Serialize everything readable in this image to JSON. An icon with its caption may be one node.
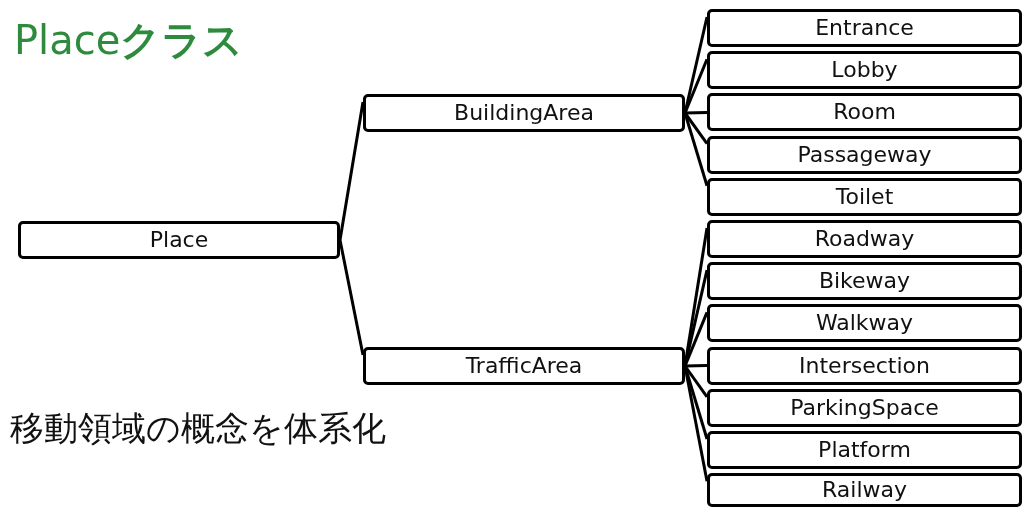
{
  "diagram": {
    "title": "Place**クラス**",
    "nodes": [
      {
        "text": [
          "Place"
        ]
      },
      {
        "text": [
          "BuildingArea"
        ]
      },
      {
        "text": [
          "TrafficArea"
        ]
      },
      {
        "text": [
          "Entrance"
        ]
      },
      {
        "text": [
          "Lobby"
        ]
      },
      {
        "text": [
          "Room"
        ]
      },
      {
        "text": [
          "Passageway"
        ]
      },
      {
        "text": [
          "Toilet"
        ]
      },
      {
        "text": [
          "Roadway"
        ]
      },
      {
        "text": [
          "Bikeway"
        ]
      },
      {
        "text": [
          "Walkway"
        ]
      },
      {
        "text": [
          "Intersection"
        ]
      },
      {
        "text": [
          "ParkingSpace"
        ]
      },
      {
        "text": [
          "Platform"
        ]
      },
      {
        "text": [
          "Railway"
        ]
      }
    ],
    "edges": [
      {
        "from": 0,
        "to": 1,
        "arrow": "none"
      },
      {
        "from": 0,
        "to": 2,
        "arrow": "none"
      },
      {
        "from": 1,
        "to": 3,
        "arrow": "none"
      },
      {
        "from": 1,
        "to": 4,
        "arrow": "none"
      },
      {
        "from": 1,
        "to": 5,
        "arrow": "none"
      },
      {
        "from": 1,
        "to": 6,
        "arrow": "none"
      },
      {
        "from": 1,
        "to": 7,
        "arrow": "none"
      },
      {
        "from": 2,
        "to": 8,
        "arrow": "none"
      },
      {
        "from": 2,
        "to": 9,
        "arrow": "none"
      },
      {
        "from": 2,
        "to": 10,
        "arrow": "none"
      },
      {
        "from": 2,
        "to": 11,
        "arrow": "none"
      },
      {
        "from": 2,
        "to": 12,
        "arrow": "none"
      },
      {
        "from": 2,
        "to": 13,
        "arrow": "none"
      },
      {
        "from": 2,
        "to": 14,
        "arrow": "none"
      }
    ],
    "labels": [
      "移動領域の概念を体系化"
    ]
  }
}
